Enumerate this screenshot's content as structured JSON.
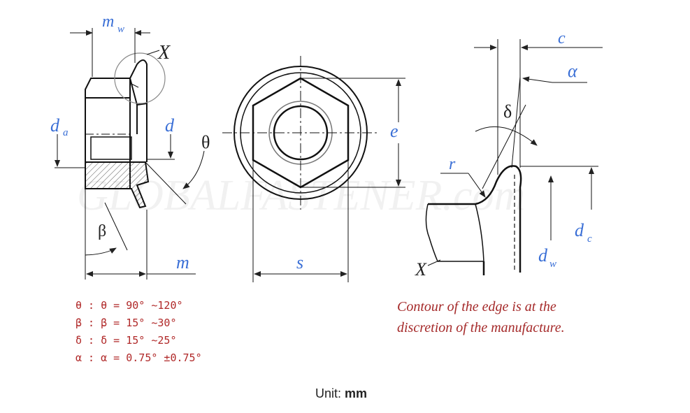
{
  "drawing": {
    "labels": {
      "mw": "m",
      "mw_sub": "w",
      "da": "d",
      "da_sub": "a",
      "d": "d",
      "m": "m",
      "s": "s",
      "e": "e",
      "c": "c",
      "a": "α",
      "r": "r",
      "dc": "d",
      "dc_sub": "c",
      "dw": "d",
      "dw_sub": "w",
      "x_detail_left": "X",
      "x_detail_right": "X",
      "theta": "θ",
      "beta": "β",
      "delta": "δ"
    },
    "watermark": "GLOBALFASTENER.com"
  },
  "notes": [
    "θ : θ = 90° ~120°",
    "β : β = 15° ~30°",
    "δ : δ = 15° ~25°",
    "α : α = 0.75° ±0.75°"
  ],
  "contour_note": {
    "line1": "Contour of the edge is at the",
    "line2": "discretion of the manufacture."
  },
  "unit": {
    "prefix": "Unit: ",
    "value": "mm"
  },
  "colors": {
    "dimension_label": "#3a6fd6",
    "note_text": "#b02828"
  }
}
